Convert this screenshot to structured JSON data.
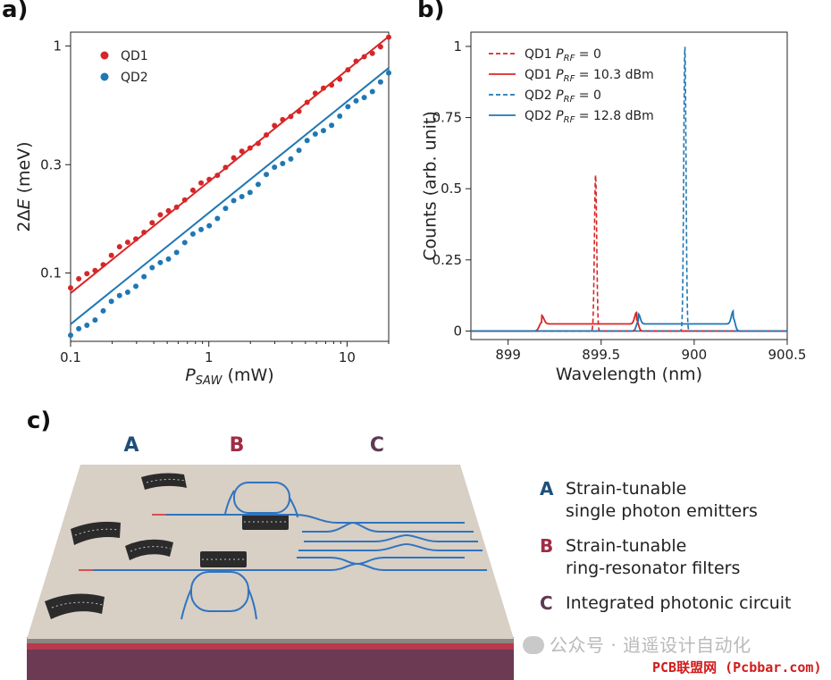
{
  "panels": {
    "a": "a)",
    "b": "b)",
    "c": "c)"
  },
  "colors": {
    "qd1": "#d62728",
    "qd2": "#1f77b4",
    "A": "#1f4e79",
    "B": "#a02c45",
    "C": "#5e3a52"
  },
  "chart_data": [
    {
      "type": "scatter",
      "panel": "a",
      "xlabel_main": "P",
      "xlabel_sub": "SAW",
      "xlabel_unit": " (mW)",
      "ylabel_main": "2Δ",
      "ylabel_var": "E",
      "ylabel_unit": " (meV)",
      "xscale": "log",
      "yscale": "log",
      "xlim": [
        0.1,
        20
      ],
      "ylim": [
        0.05,
        1.15
      ],
      "xticks": [
        {
          "v": 0.1,
          "label": "0.1"
        },
        {
          "v": 1,
          "label": "1"
        },
        {
          "v": 10,
          "label": "10"
        }
      ],
      "yticks": [
        {
          "v": 0.1,
          "label": "0.1"
        },
        {
          "v": 0.3,
          "label": "0.3"
        },
        {
          "v": 1,
          "label": "1"
        }
      ],
      "legend_position": "top-left",
      "series": [
        {
          "name": "QD1",
          "color": "#d62728",
          "fit": [
            [
              0.1,
              0.0815
            ],
            [
              20,
              1.1
            ]
          ],
          "points": {
            "x_start": 0.1,
            "x_end": 20,
            "count": 40,
            "y_start": 0.086,
            "y_end": 1.08
          }
        },
        {
          "name": "QD2",
          "color": "#1f77b4",
          "fit": [
            [
              0.1,
              0.0595
            ],
            [
              20,
              0.8
            ]
          ],
          "points": {
            "x_start": 0.1,
            "x_end": 20,
            "count": 40,
            "y_start": 0.052,
            "y_end": 0.74
          }
        }
      ]
    },
    {
      "type": "line",
      "panel": "b",
      "xlabel": "Wavelength (nm)",
      "ylabel": "Counts (arb. unit)",
      "xlim": [
        898.8,
        900.5
      ],
      "ylim": [
        -0.03,
        1.05
      ],
      "xticks": [
        {
          "v": 899,
          "label": "899"
        },
        {
          "v": 899.5,
          "label": "899.5"
        },
        {
          "v": 900,
          "label": "900"
        },
        {
          "v": 900.5,
          "label": "900.5"
        }
      ],
      "yticks": [
        {
          "v": 0,
          "label": "0"
        },
        {
          "v": 0.25,
          "label": "0.25"
        },
        {
          "v": 0.5,
          "label": "0.5"
        },
        {
          "v": 0.75,
          "label": "0.75"
        },
        {
          "v": 1,
          "label": "1"
        }
      ],
      "legend_position": "top-left",
      "series": [
        {
          "name_prefix": "QD1 ",
          "name_p": "P",
          "name_sub": "RF",
          "name_suffix": " = 0",
          "color": "#d62728",
          "dashed": true,
          "peaks": [
            {
              "x": 899.47,
              "h": 0.55,
              "w": 0.006
            }
          ]
        },
        {
          "name_prefix": "QD1 ",
          "name_p": "P",
          "name_sub": "RF",
          "name_suffix": " = 10.3 dBm",
          "color": "#d62728",
          "dashed": false,
          "plateau": {
            "x0": 899.18,
            "x1": 899.69,
            "level": 0.025
          },
          "peaks": [
            {
              "x": 899.18,
              "h": 0.03,
              "w": 0.012
            },
            {
              "x": 899.69,
              "h": 0.04,
              "w": 0.01
            }
          ]
        },
        {
          "name_prefix": "QD2 ",
          "name_p": "P",
          "name_sub": "RF",
          "name_suffix": " = 0",
          "color": "#1f77b4",
          "dashed": true,
          "peaks": [
            {
              "x": 899.95,
              "h": 1.0,
              "w": 0.006
            }
          ]
        },
        {
          "name_prefix": "QD2 ",
          "name_p": "P",
          "name_sub": "RF",
          "name_suffix": " = 12.8 dBm",
          "color": "#1f77b4",
          "dashed": false,
          "plateau": {
            "x0": 899.7,
            "x1": 900.21,
            "level": 0.025
          },
          "peaks": [
            {
              "x": 899.7,
              "h": 0.035,
              "w": 0.01
            },
            {
              "x": 900.21,
              "h": 0.045,
              "w": 0.01
            }
          ]
        }
      ]
    }
  ],
  "diagram": {
    "letters": {
      "A": "A",
      "B": "B",
      "C": "C"
    },
    "legend": [
      {
        "letter": "A",
        "line1": "Strain-tunable",
        "line2": "single photon emitters"
      },
      {
        "letter": "B",
        "line1": "Strain-tunable",
        "line2": "ring-resonator filters"
      },
      {
        "letter": "C",
        "line1": "Integrated photonic circuit",
        "line2": ""
      }
    ]
  },
  "watermark": "公众号 · 逍遥设计自动化",
  "site_credit": "PCB联盟网 (Pcbbar.com)"
}
